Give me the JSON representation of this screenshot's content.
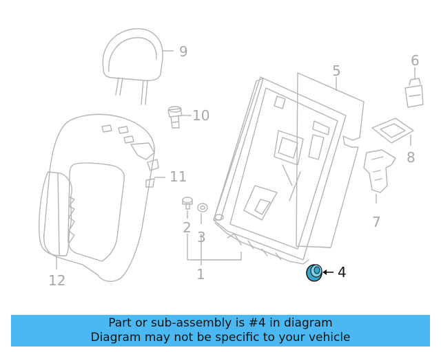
{
  "callouts": [
    {
      "id": "1",
      "label": "1"
    },
    {
      "id": "2",
      "label": "2"
    },
    {
      "id": "3",
      "label": "3"
    },
    {
      "id": "4",
      "label": "4"
    },
    {
      "id": "5",
      "label": "5"
    },
    {
      "id": "6",
      "label": "6"
    },
    {
      "id": "7",
      "label": "7"
    },
    {
      "id": "8",
      "label": "8"
    },
    {
      "id": "9",
      "label": "9"
    },
    {
      "id": "10",
      "label": "10"
    },
    {
      "id": "11",
      "label": "11"
    },
    {
      "id": "12",
      "label": "12"
    }
  ],
  "highlighted_part": "4",
  "colors": {
    "banner": "#4bb8f2",
    "highlight": "#3aa7c9",
    "line": "#b4b4b4",
    "callout": "#a8a8a8"
  },
  "banner": {
    "line1": "Part or sub-assembly is #4 in diagram",
    "line2": "Diagram may not be specific to your vehicle"
  }
}
